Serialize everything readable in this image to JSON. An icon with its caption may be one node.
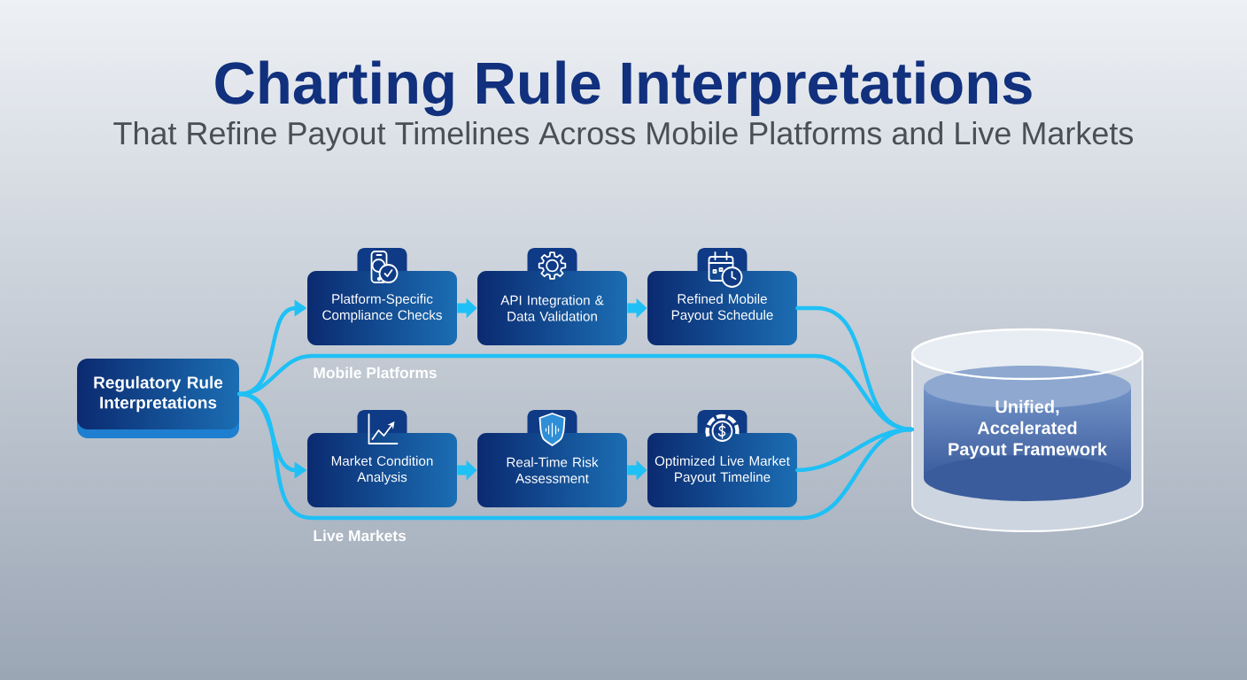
{
  "diagram": {
    "title": "Charting Rule Interpretations",
    "nodes": [
      {
        "text": [
          "Regulatory Rule Interpretations"
        ]
      },
      {
        "text": [
          "Platform-Specific Compliance Checks"
        ]
      },
      {
        "text": [
          "API Integration & Data Validation"
        ]
      },
      {
        "text": [
          "Refined Mobile Payout Schedule"
        ]
      },
      {
        "text": [
          "Market Condition Analysis"
        ]
      },
      {
        "text": [
          "Real-Time Risk Assessment"
        ]
      },
      {
        "text": [
          "Optimized Live Market Payout Timeline"
        ]
      },
      {
        "text": [
          "Unified, Accelerated Payout Framework"
        ]
      }
    ],
    "edges": [
      {
        "from": 0,
        "to": 1,
        "arrow": "to"
      },
      {
        "from": 1,
        "to": 2,
        "arrow": "to",
        "style": "thick"
      },
      {
        "from": 2,
        "to": 3,
        "arrow": "to",
        "style": "thick"
      },
      {
        "from": 3,
        "to": 7,
        "arrow": "none"
      },
      {
        "from": 0,
        "to": 7,
        "arrow": "none",
        "label": "Mobile Platforms"
      },
      {
        "from": 0,
        "to": 4,
        "arrow": "to"
      },
      {
        "from": 4,
        "to": 5,
        "arrow": "to",
        "style": "thick"
      },
      {
        "from": 5,
        "to": 6,
        "arrow": "to",
        "style": "thick"
      },
      {
        "from": 6,
        "to": 7,
        "arrow": "none"
      },
      {
        "from": 0,
        "to": 7,
        "arrow": "none",
        "label": "Live Markets"
      }
    ],
    "labels": [
      "That Refine Payout Timelines Across Mobile Platforms and Live Markets"
    ]
  }
}
